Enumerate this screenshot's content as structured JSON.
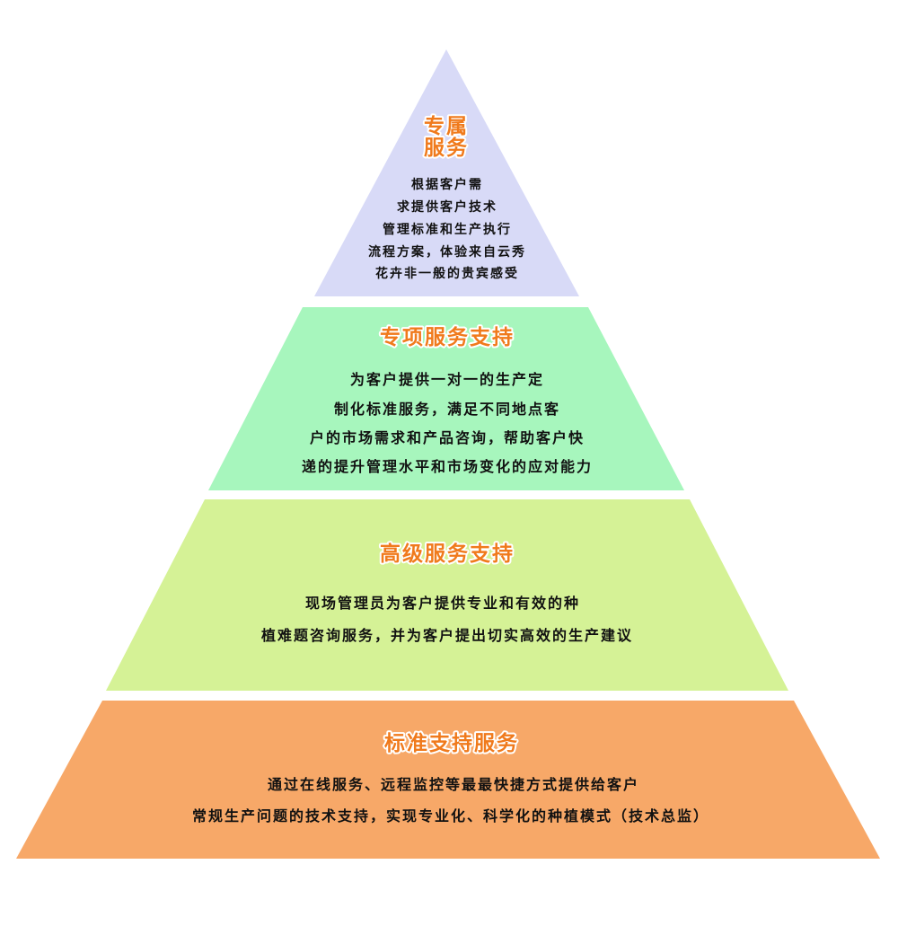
{
  "colors": {
    "tier_top": "#d8daf7",
    "tier_2": "#a7f6bd",
    "tier_3": "#d5f296",
    "tier_bottom": "#f7a868",
    "title": "#f07a1c",
    "text": "#111111"
  },
  "tiers": [
    {
      "title_lines": [
        "专属",
        "服务"
      ],
      "desc_lines": [
        "根据客户需",
        "求提供客户技术",
        "管理标准和生产执行",
        "流程方案，体验来自云秀",
        "花卉非一般的贵宾感受"
      ]
    },
    {
      "title_lines": [
        "专项服务支持"
      ],
      "desc_lines": [
        "为客户提供一对一的生产定",
        "制化标准服务，满足不同地点客",
        "户的市场需求和产品咨询，帮助客户快",
        "递的提升管理水平和市场变化的应对能力"
      ]
    },
    {
      "title_lines": [
        "高级服务支持"
      ],
      "desc_lines": [
        "现场管理员为客户提供专业和有效的种",
        "植难题咨询服务，并为客户提出切实高效的生产建议"
      ]
    },
    {
      "title_lines": [
        "标准支持服务"
      ],
      "desc_lines": [
        "通过在线服务、远程监控等最最快捷方式提供给客户",
        "常规生产问题的技术支持，实现专业化、科学化的种植模式（技术总监）"
      ]
    }
  ]
}
